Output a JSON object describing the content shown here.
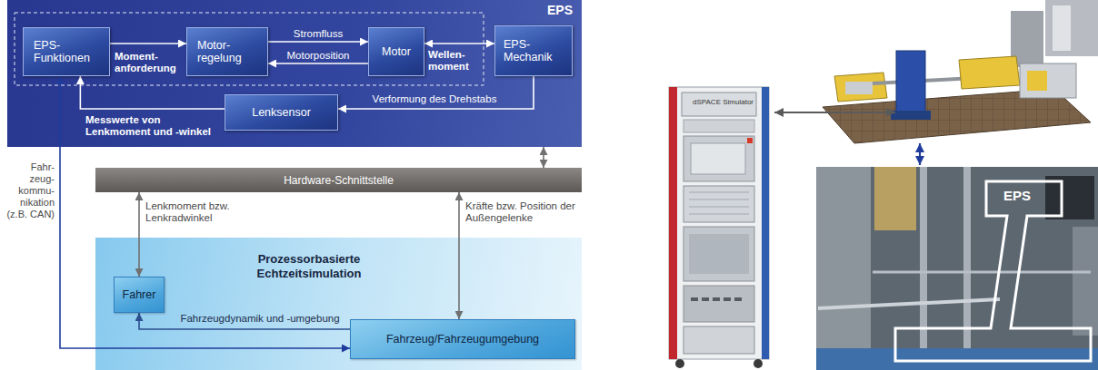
{
  "diagram": {
    "nodes": [
      {
        "text": [
          "EPS"
        ]
      },
      {
        "text": [
          "EPS- Funktionen"
        ],
        "in": 0
      },
      {
        "text": [
          "Motor- regelung"
        ],
        "in": 0
      },
      {
        "text": [
          "Motor"
        ],
        "in": 0
      },
      {
        "text": [
          "EPS- Mechanik"
        ],
        "in": 0
      },
      {
        "text": [
          "Lenksensor"
        ],
        "in": 0
      },
      {
        "text": [
          "Hardware-Schnittstelle"
        ]
      },
      {
        "text": [
          "Prozessorbasierte Echtzeitsimulation"
        ]
      },
      {
        "text": [
          "Fahrer"
        ],
        "in": 7
      },
      {
        "text": [
          "Fahrzeug/Fahrzeugumgebung"
        ],
        "in": 7
      }
    ],
    "edges": [
      {
        "from": 1,
        "to": 2,
        "arrow": "to",
        "label": "Moment- anforderung"
      },
      {
        "from": 2,
        "to": 3,
        "arrow": "to",
        "label": "Stromfluss"
      },
      {
        "from": 3,
        "to": 2,
        "arrow": "to",
        "label": "Motorposition"
      },
      {
        "from": 3,
        "to": 4,
        "arrow": "both",
        "label": "Wellen- moment"
      },
      {
        "from": 4,
        "to": 5,
        "arrow": "to",
        "label": "Verformung des Drehstabs"
      },
      {
        "from": 5,
        "to": 1,
        "arrow": "to",
        "label": "Messwerte von Lenkmoment und -winkel"
      },
      {
        "from": 0,
        "to": 6,
        "arrow": "both"
      },
      {
        "from": 6,
        "to": 8,
        "arrow": "both",
        "label": "Lenkmoment bzw. Lenkradwinkel"
      },
      {
        "from": 6,
        "to": 9,
        "arrow": "both",
        "label": "Kräfte bzw. Position der Außengelenke"
      },
      {
        "from": 9,
        "to": 8,
        "arrow": "to",
        "label": "Fahrzeugdynamik und -umgebung"
      },
      {
        "from": 1,
        "to": 9,
        "arrow": "both",
        "label": "Fahr- zeug- kommu- nikation (z.B. CAN)"
      }
    ],
    "labels": [
      "dSPACE Simulator",
      "EPS"
    ]
  }
}
